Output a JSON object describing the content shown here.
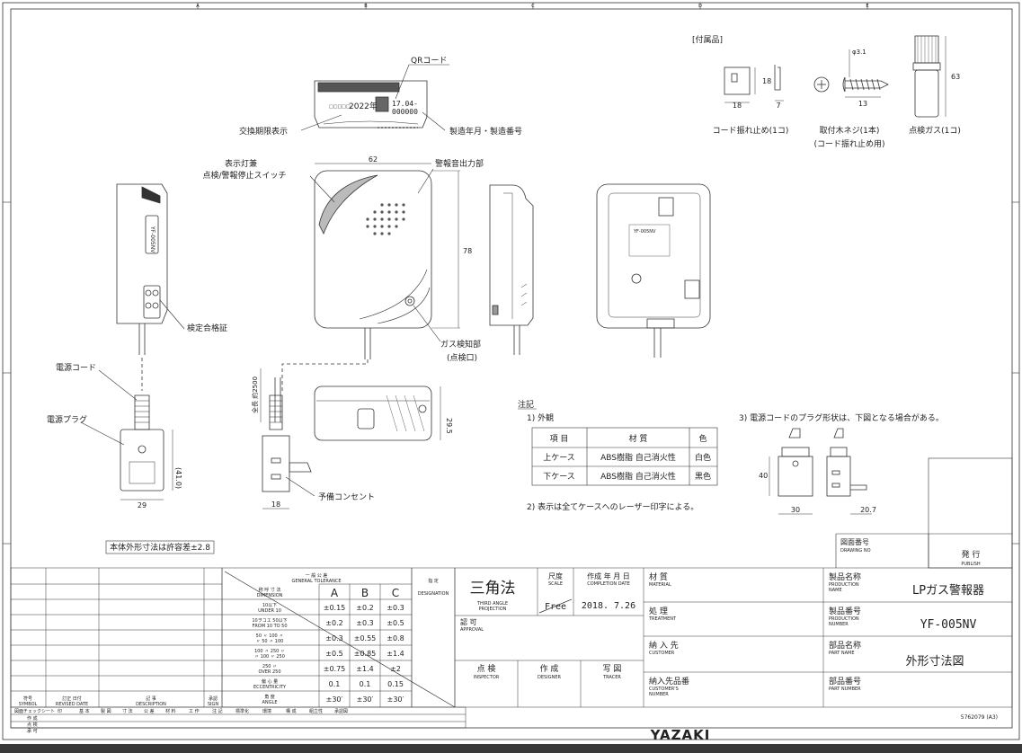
{
  "border": {
    "columns": [
      "A",
      "B",
      "C",
      "D",
      "E"
    ]
  },
  "accessories": {
    "header": "[付属品]",
    "items": [
      {
        "label": "コード振れ止め(1コ)",
        "dims": [
          "18",
          "18",
          "7"
        ]
      },
      {
        "label": "取付木ネジ(1本)",
        "sublabel": "(コード振れ止め用)",
        "dims": [
          "φ3.1",
          "13"
        ]
      },
      {
        "label": "点検ガス(1コ)",
        "dims": [
          "63"
        ]
      }
    ]
  },
  "top_view": {
    "qr_label": "QRコード",
    "expiry_label": "交換期限表示",
    "mfg_label": "製造年月・製造番号",
    "year_text": "2022年",
    "serial_top": "17.04-",
    "serial_bottom": "000000"
  },
  "front_view": {
    "lamp_label": "表示灯兼",
    "switch_label": "点検/警報停止スイッチ",
    "alarm_label": "警報音出力部",
    "gas_label": "ガス検知部",
    "gas_sub": "(点検口)",
    "width": "62",
    "height": "78"
  },
  "side_view": {
    "cert_label": "検定合格証",
    "cord_label": "電源コード",
    "plug_label": "電源プラグ",
    "plug_height": "(41.0)",
    "plug_width": "29"
  },
  "cord_view": {
    "length": "全長 約2500",
    "spare_label": "予備コンセント",
    "width": "18"
  },
  "back_view": {
    "model_text": "YF-005NV"
  },
  "bottom_view": {
    "height": "29.5"
  },
  "notes": {
    "title": "注記",
    "section1": "1) 外観",
    "headers": [
      "項 目",
      "材 質",
      "色"
    ],
    "rows": [
      [
        "上ケース",
        "ABS樹脂 自己消火性",
        "白色"
      ],
      [
        "下ケース",
        "ABS樹脂 自己消火性",
        "黒色"
      ]
    ],
    "section2": "2) 表示は全てケースへのレーザー印字による。",
    "section3": "3) 電源コードのプラグ形状は、下図となる場合がある。",
    "alt_plug_dims": [
      "40",
      "30",
      "20.7"
    ]
  },
  "tolerance_note": "本体外形寸法は許容差±2.8",
  "tolerance_table": {
    "title_jp": "一 般 公 差",
    "title_en": "GENERAL TOLERANCE",
    "dim_header": "称 呼 寸 法",
    "dim_header_en": "DIMENSION",
    "designation_jp": "指 定",
    "designation_en": "DESIGNATION",
    "classes": [
      "A",
      "B",
      "C"
    ],
    "rows": [
      {
        "label": "10以下",
        "sub": "UNDER 10",
        "values": [
          "±0.15",
          "±0.2",
          "±0.3"
        ]
      },
      {
        "label": "10ヲコエ 50以下",
        "sub": "FROM 10 TO 50",
        "values": [
          "±0.2",
          "±0.3",
          "±0.5"
        ]
      },
      {
        "label": "50 〃 100 〃",
        "sub": "〃 50 〃 100",
        "values": [
          "±0.3",
          "±0.55",
          "±0.8"
        ]
      },
      {
        "label": "100 〃 250 〃",
        "sub": "〃 100 〃 250",
        "values": [
          "±0.5",
          "±0.85",
          "±1.4"
        ]
      },
      {
        "label": "250 〃",
        "sub": "OVER 250",
        "values": [
          "±0.75",
          "±1.4",
          "±2"
        ]
      },
      {
        "label": "偏 心 量",
        "sub": "ECCENTRICITY",
        "values": [
          "0.1",
          "0.1",
          "0.15"
        ]
      },
      {
        "label": "角 度",
        "sub": "ANGLE",
        "values": [
          "±30′",
          "±30′",
          "±30′"
        ]
      }
    ]
  },
  "revision": {
    "symbol_jp": "符号",
    "symbol_en": "SYMBOL",
    "date_jp": "訂正 日付",
    "date_en": "REVISED DATE",
    "desc_jp": "記 事",
    "desc_en": "DESCRIPTION",
    "sign_jp": "承認",
    "sign_en": "SIGN",
    "check_header": [
      "図面チェックシート",
      "印",
      "基 本",
      "製 図",
      "寸 法",
      "公 差",
      "材 料",
      "工 作",
      "注 記",
      "標準化",
      "環境",
      "構 成",
      "組立性",
      "承認図"
    ],
    "roles": [
      "作 成",
      "点 検",
      "承 可"
    ]
  },
  "title_block": {
    "projection_jp": "三角法",
    "projection_en1": "THIRD ANGLE",
    "projection_en2": "PROJECTION",
    "scale_jp": "尺度",
    "scale_en": "SCALE",
    "scale_value": "Free",
    "completion_jp": "作成 年 月 日",
    "completion_en": "COMPLETION DATE",
    "completion_value": "2018. 7.26",
    "approval_jp": "認 可",
    "approval_en": "APPROVAL",
    "inspector_jp": "点 検",
    "inspector_en": "INSPECTOR",
    "designer_jp": "作 成",
    "designer_en": "DESIGNER",
    "tracer_jp": "写 図",
    "tracer_en": "TRACER",
    "material_jp": "材 質",
    "material_en": "MATERIAL",
    "treatment_jp": "処 理",
    "treatment_en": "TREATMENT",
    "customer_jp": "納 入 先",
    "customer_en": "CUSTOMER",
    "cust_number_jp": "納入先品番",
    "cust_number_en1": "CUSTOMER'S",
    "cust_number_en2": "NUMBER",
    "product_name_jp": "製品名称",
    "product_name_en1": "PRODUCTION",
    "product_name_en2": "NAME",
    "product_name_value": "LPガス警報器",
    "product_number_jp": "製品番号",
    "product_number_en1": "PRODUCTION",
    "product_number_en2": "NUMBER",
    "product_number_value": "YF-005NV",
    "part_name_jp": "部品名称",
    "part_name_en": "PART NAME",
    "part_name_value": "外形寸法図",
    "part_number_jp": "部品番号",
    "part_number_en": "PART NUMBER",
    "drawing_no_jp": "図面番号",
    "drawing_no_en": "DRAWING NO",
    "publish_jp": "発 行",
    "publish_en": "PUBLISH",
    "footer_code": "5762079 (A3)",
    "brand": "YAZAKI"
  }
}
